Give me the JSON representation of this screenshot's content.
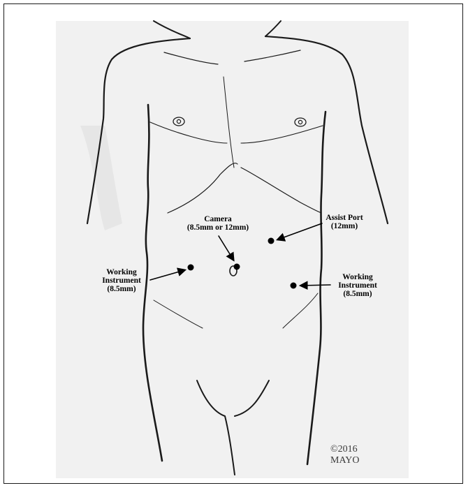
{
  "figure": {
    "ports": [
      {
        "id": "camera",
        "label": "Camera\n(8.5mm or 12mm)"
      },
      {
        "id": "assist",
        "label": "Assist Port\n(12mm)"
      },
      {
        "id": "working_left",
        "label": "Working\nInstrument\n(8.5mm)"
      },
      {
        "id": "working_right",
        "label": "Working\nInstrument\n(8.5mm)"
      }
    ],
    "copyright": "©2016\nMAYO"
  },
  "colors": {
    "line": "#1a1a1a",
    "background": "#f1f1f1",
    "marker": "#000000"
  }
}
